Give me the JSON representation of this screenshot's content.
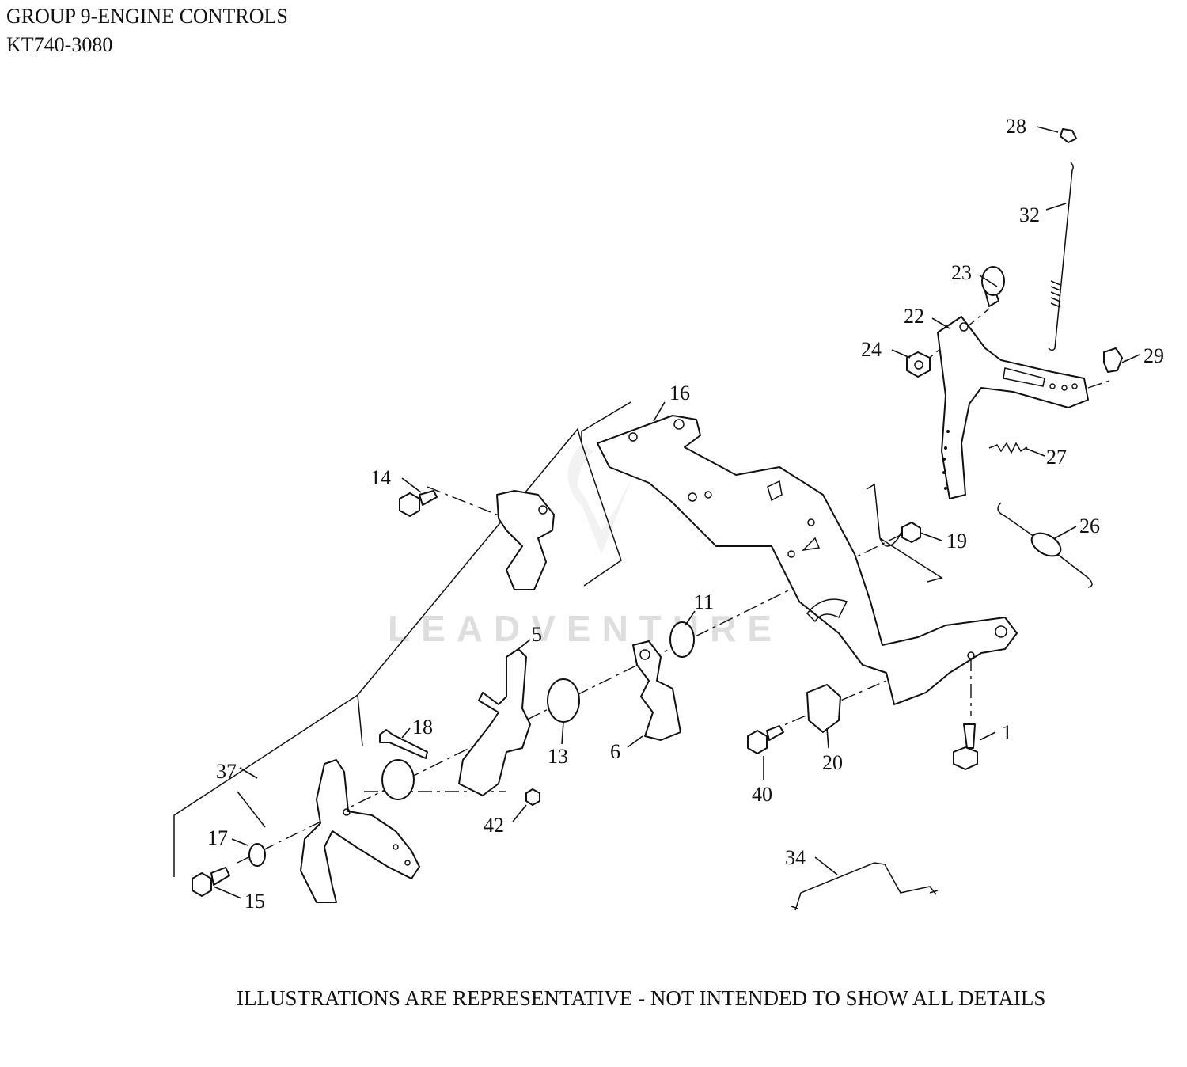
{
  "header": {
    "group_title": "GROUP 9-ENGINE CONTROLS",
    "model": "KT740-3080"
  },
  "footer_note": "ILLUSTRATIONS ARE REPRESENTATIVE - NOT INTENDED TO SHOW ALL DETAILS",
  "watermark": "LEADVENTURE",
  "callouts": [
    "28",
    "32",
    "23",
    "22",
    "24",
    "29",
    "16",
    "27",
    "14",
    "26",
    "19",
    "11",
    "5",
    "18",
    "13",
    "6",
    "1",
    "40",
    "20",
    "37",
    "17",
    "42",
    "15",
    "34"
  ]
}
